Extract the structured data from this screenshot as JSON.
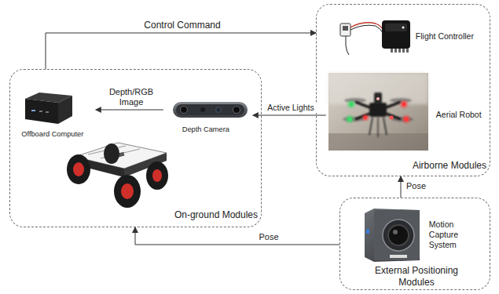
{
  "diagram": {
    "nodes": [
      {
        "text": [
          "Airborne Modules"
        ]
      },
      {
        "text": [
          "Flight Controller"
        ],
        "in": 0
      },
      {
        "text": [
          "Aerial Robot"
        ],
        "in": 0
      },
      {
        "text": [
          "On-ground Modules"
        ]
      },
      {
        "text": [
          "Offboard Computer"
        ],
        "in": 3
      },
      {
        "text": [
          "Depth Camera"
        ],
        "in": 3
      },
      {
        "text": [
          "External Positioning Modules"
        ]
      },
      {
        "text": [
          "Motion Capture System"
        ],
        "in": 6
      }
    ],
    "edges": [
      {
        "from": 3,
        "to": 0,
        "label": "Control Command",
        "arrow": "to"
      },
      {
        "from": 5,
        "to": 4,
        "label": "Depth/RGB Image",
        "arrow": "to"
      },
      {
        "from": 2,
        "to": 5,
        "label": "Active Lights",
        "arrow": "to"
      },
      {
        "from": 6,
        "to": 3,
        "label": "Pose",
        "arrow": "to"
      },
      {
        "from": 6,
        "to": 0,
        "label": "Pose",
        "arrow": "to"
      }
    ]
  }
}
